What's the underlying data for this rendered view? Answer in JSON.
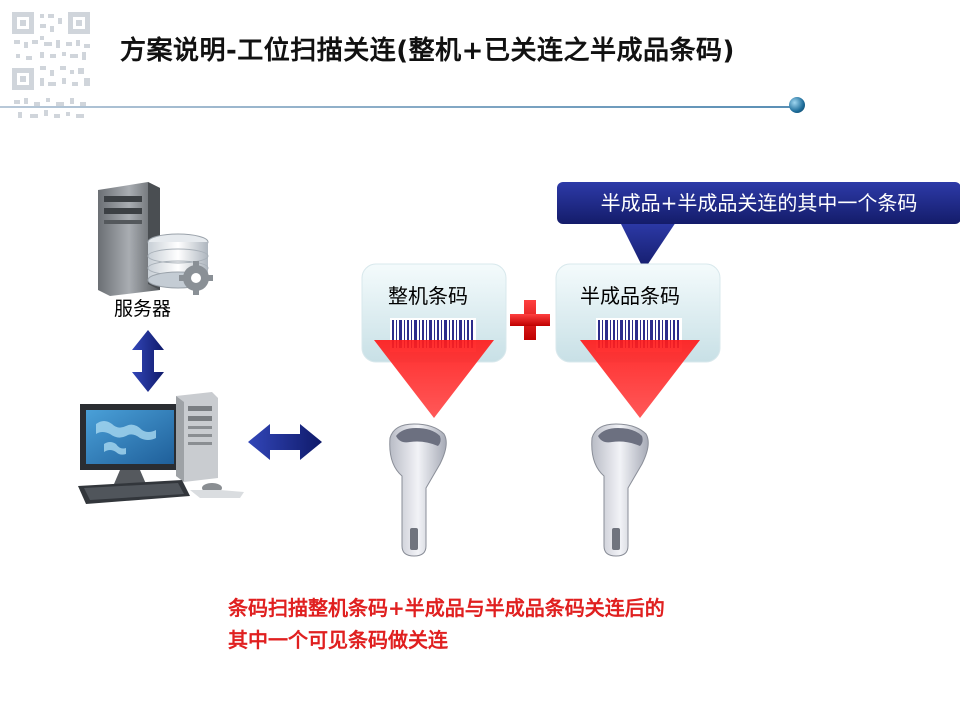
{
  "title": "方案说明-工位扫描关连(整机+已关连之半成品条码)",
  "server": {
    "label": "服务器"
  },
  "boxes": [
    {
      "label": "整机条码"
    },
    {
      "label": "半成品条码"
    }
  ],
  "callout": {
    "text": "半成品+半成品关连的其中一个条码"
  },
  "description": {
    "line1": "条码扫描整机条码+半成品与半成品条码关连后的",
    "line2": "其中一个可见条码做关连"
  },
  "colors": {
    "accent_red": "#e02020",
    "callout_blue": "#1f2a8a",
    "arrow_blue": "#1a2c8c",
    "box_fill": "#dcecef",
    "scan_beam": "#ff2a2a"
  },
  "icons": [
    "qr-code-icon",
    "server-icon",
    "gear-icon",
    "computer-icon",
    "barcode-icon",
    "plus-icon",
    "scanner-icon",
    "double-arrow-icon"
  ]
}
